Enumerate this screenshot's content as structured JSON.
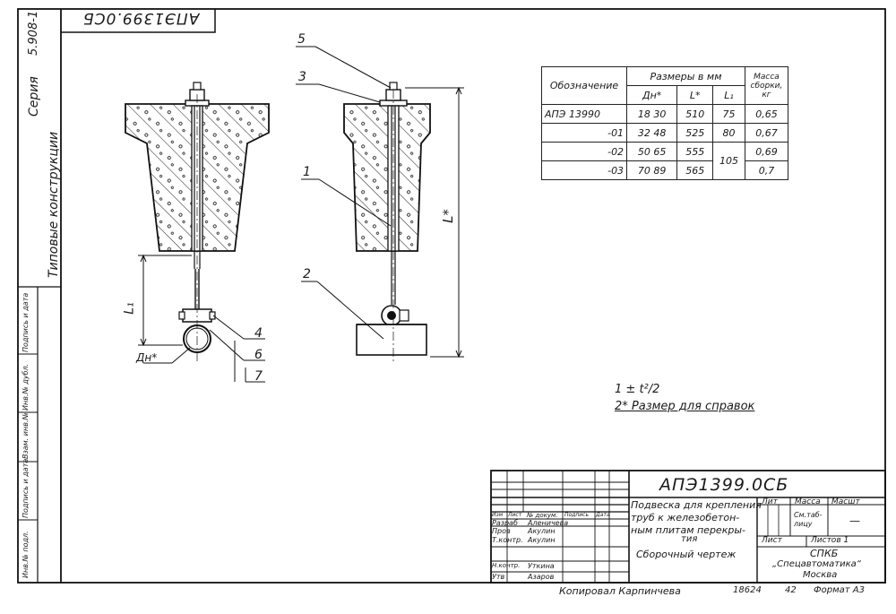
{
  "drawing": {
    "corner_code": "АПЭ1399.0СБ",
    "series_label": "Серия",
    "series_number": "5.908-1",
    "category": "Типовые конструкции",
    "side_fields": [
      "Инв.№ подл.",
      "Подпись и дата",
      "Взам. инв.№",
      "Инв.№ дубл.",
      "Подпись и дата"
    ],
    "dim_labels": {
      "l1": "L₁",
      "lstar": "L*",
      "dn": "Дн*"
    },
    "callouts": [
      "1",
      "2",
      "3",
      "4",
      "5",
      "6",
      "7"
    ]
  },
  "spec_table": {
    "header_designation": "Обозначение",
    "header_sizes": "Размеры в мм",
    "header_mass": "Масса сборки, кг",
    "sub_headers": [
      "Дн*",
      "L*",
      "L₁"
    ],
    "rows": [
      {
        "designation": "АПЭ 13990",
        "dn": "18 30",
        "l": "510",
        "l1": "75",
        "mass": "0,65"
      },
      {
        "designation": "-01",
        "dn": "32 48",
        "l": "525",
        "l1": "80",
        "mass": "0,67"
      },
      {
        "designation": "-02",
        "dn": "50 65",
        "l": "555",
        "l1": "105",
        "mass": "0,69"
      },
      {
        "designation": "-03",
        "dn": "70 89",
        "l": "565",
        "l1": "",
        "mass": "0,7"
      }
    ]
  },
  "notes": {
    "note1_num": "1",
    "note1_text": "± t²/2",
    "note2": "2* Размер для справок"
  },
  "title_block": {
    "code": "АПЭ1399.0СБ",
    "name_line1": "Подвеска для крепления",
    "name_line2": "труб к железобетон-",
    "name_line3": "ным плитам перекры-",
    "name_line4": "тия",
    "doc_type": "Сборочный чертеж",
    "col_lit": "Лит",
    "col_mass": "Масса",
    "col_scale": "Масшт",
    "mass_value": "См.таб-лицу",
    "scale_value": "—",
    "sheet_label": "Лист",
    "sheets_label": "Листов 1",
    "org_line1": "СПКБ",
    "org_line2": "„Спецавтоматика“",
    "org_line3": "Москва",
    "change_headers": [
      "Изм",
      "Лист",
      "№ докум.",
      "Подпись",
      "Дата"
    ],
    "people": [
      {
        "role": "Разраб",
        "name": "Аленичева"
      },
      {
        "role": "Пров",
        "name": "Акулин"
      },
      {
        "role": "Т.контр.",
        "name": "Акулин"
      },
      {
        "role": "Н.контр.",
        "name": "Уткина"
      },
      {
        "role": "Утв",
        "name": "Азаров"
      }
    ]
  },
  "footer": {
    "copied": "Копировал Карпинчева",
    "order": "18624",
    "code": "42",
    "format": "Формат А3"
  }
}
